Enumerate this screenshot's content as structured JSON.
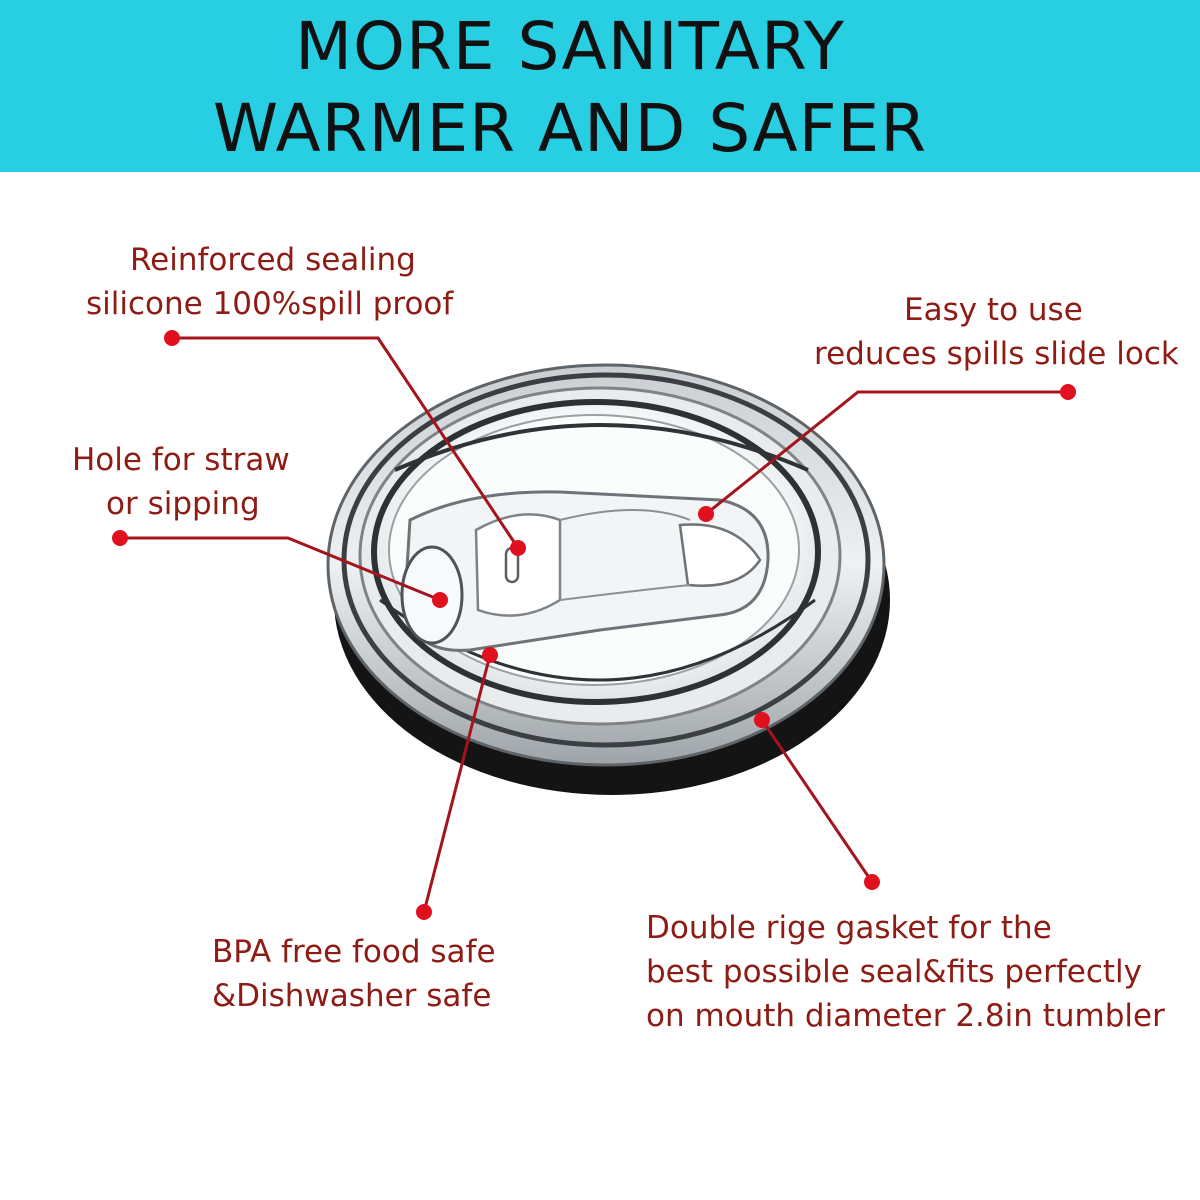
{
  "banner": {
    "line1": "MORE SANITARY",
    "line2": "WARMER AND SAFER"
  },
  "callouts": {
    "sealing": [
      "Reinforced sealing",
      "silicone 100%spill proof"
    ],
    "slide_lock": [
      "Easy to use",
      "reduces spills slide lock"
    ],
    "straw": [
      "Hole for straw",
      "or sipping"
    ],
    "bpa": [
      "BPA free food safe",
      "&Dishwasher safe"
    ],
    "gasket": [
      "Double rige gasket for the",
      "best possible seal&fits perfectly",
      "on mouth diameter 2.8in tumbler"
    ]
  },
  "colors": {
    "banner_bg": "#28cfe3",
    "caption_text": "#8e1b14",
    "pointer": "#e0101e",
    "gasket": "#141414"
  }
}
